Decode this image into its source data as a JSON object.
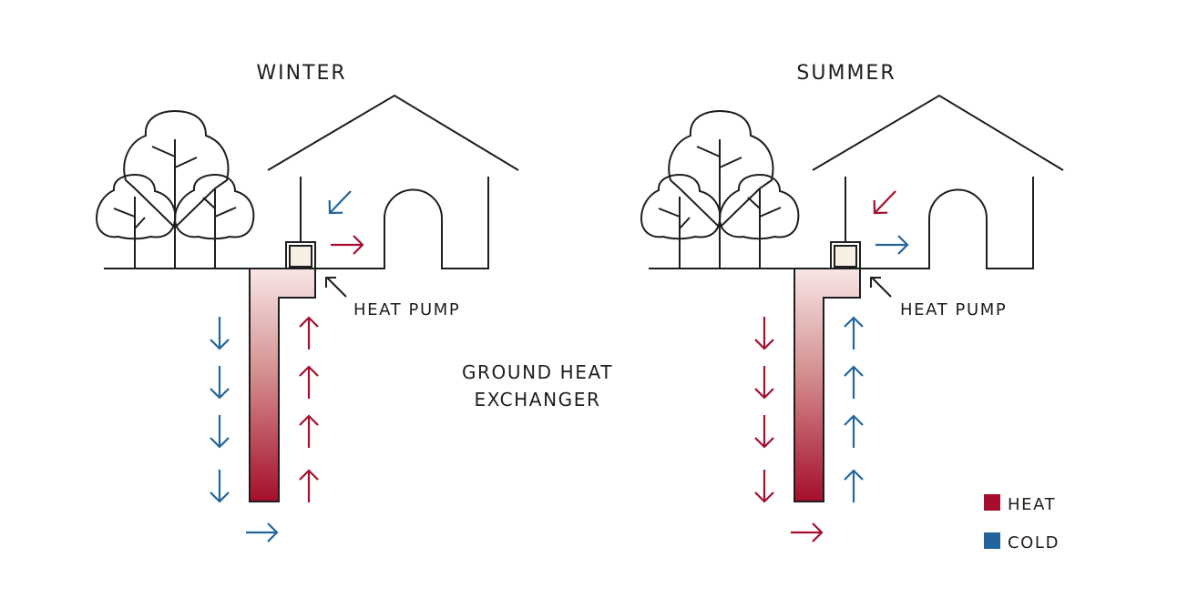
{
  "colors": {
    "heat": "#a50e2d",
    "cold": "#23659a",
    "line": "#1e1e1e",
    "heat_pump_fill": "#f6f0e4",
    "pipe_top": "#f7e6e6",
    "pipe_bottom": "#a50e2d"
  },
  "scenes": [
    {
      "id": "winter",
      "title": "WINTER",
      "heat_pump_label": "HEAT PUMP",
      "indoor_diagonal_arrow": "cold",
      "indoor_right_arrow": "heat",
      "down_arrows": "cold",
      "up_arrows": "heat",
      "bottom_arrow": "cold"
    },
    {
      "id": "summer",
      "title": "SUMMER",
      "heat_pump_label": "HEAT PUMP",
      "indoor_diagonal_arrow": "heat",
      "indoor_right_arrow": "cold",
      "down_arrows": "heat",
      "up_arrows": "cold",
      "bottom_arrow": "heat"
    }
  ],
  "center_label": {
    "line1": "GROUND HEAT",
    "line2": "EXCHANGER"
  },
  "legend": [
    {
      "label": "HEAT",
      "color": "#a50e2d"
    },
    {
      "label": "COLD",
      "color": "#23659a"
    }
  ]
}
